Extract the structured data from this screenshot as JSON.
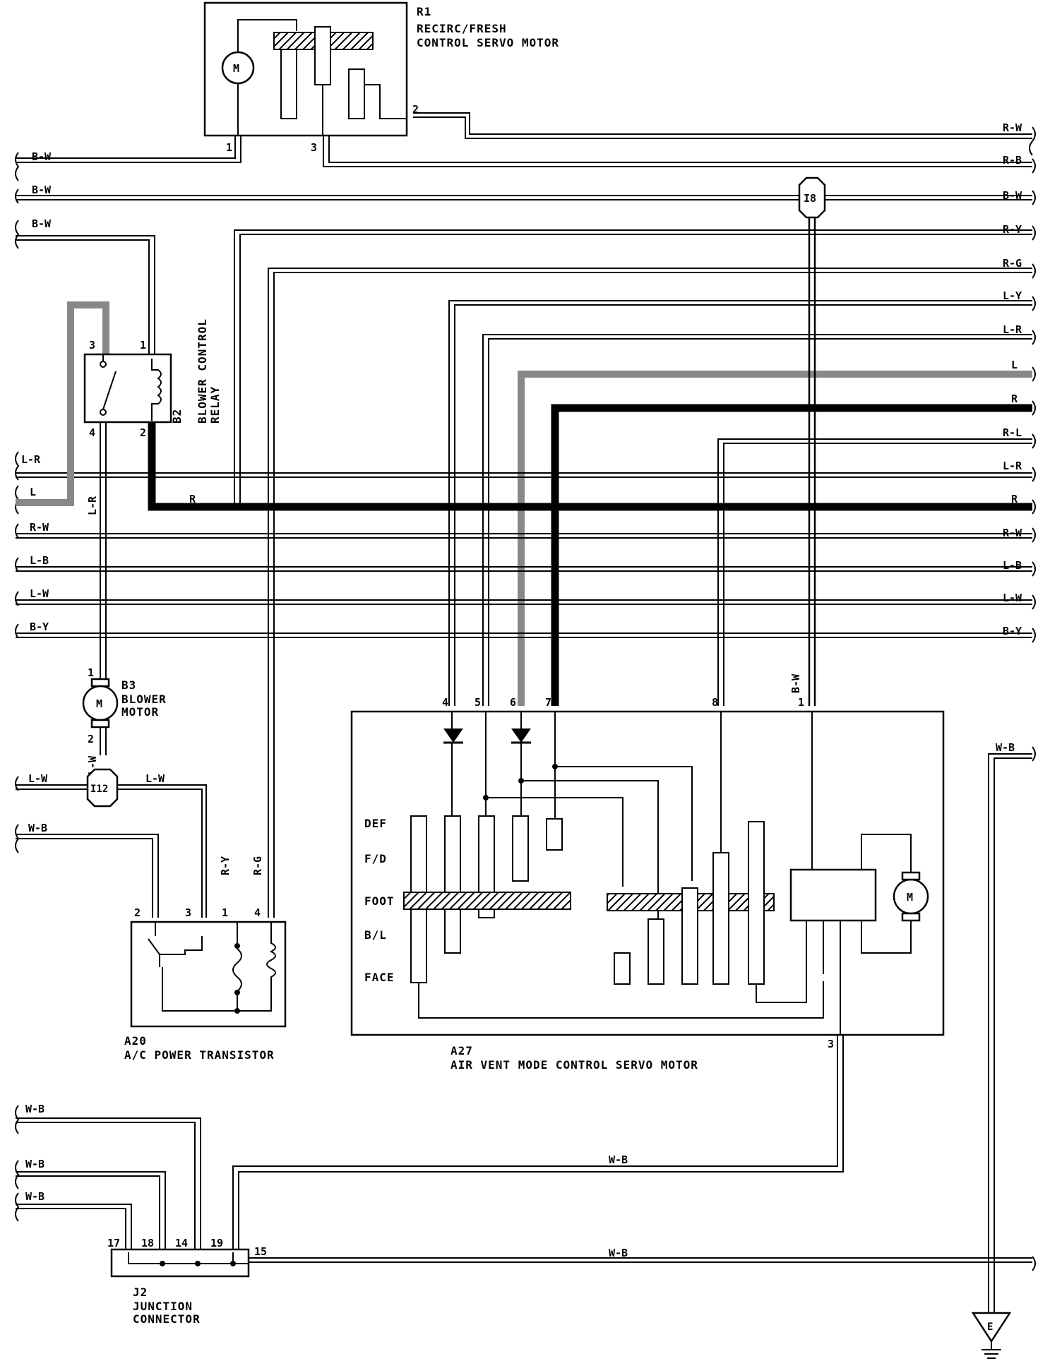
{
  "components": {
    "r1": {
      "id": "R1",
      "line1": "RECIRC/FRESH",
      "line2": "CONTROL SERVO MOTOR"
    },
    "b2": {
      "id": "B2",
      "line1": "BLOWER CONTROL",
      "line2": "RELAY"
    },
    "b3": {
      "id": "B3",
      "line1": "BLOWER",
      "line2": "MOTOR"
    },
    "a20": {
      "id": "A20",
      "line1": "A/C POWER TRANSISTOR"
    },
    "a27": {
      "id": "A27",
      "line1": "AIR VENT MODE CONTROL SERVO MOTOR"
    },
    "j2": {
      "id": "J2",
      "line1": "JUNCTION",
      "line2": "CONNECTOR"
    },
    "i8": "I8",
    "i12": "I12",
    "motor_m": "M",
    "ground_e": "E"
  },
  "mode_labels": [
    "DEF",
    "F/D",
    "FOOT",
    "B/L",
    "FACE"
  ],
  "right_wires": [
    "R-W",
    "R-B",
    "B-W",
    "R-Y",
    "R-G",
    "L-Y",
    "L-R",
    "L",
    "R",
    "R-L",
    "L-R",
    "R",
    "R-W",
    "L-B",
    "L-W",
    "B-Y"
  ],
  "left_wires": [
    "B-W",
    "B-W",
    "B-W",
    "L-R",
    "L",
    "R-W",
    "L-B",
    "L-W",
    "B-Y",
    "L-W",
    "W-B",
    "W-B",
    "W-B",
    "W-B"
  ],
  "inline_labels": {
    "r_relay": "R",
    "l_r_vert": "L-R",
    "l_w_b3": "L-W",
    "l_w_i12": "L-W",
    "r_y_vert": "R-Y",
    "r_g_vert": "R-G",
    "b_w_vert": "B-W",
    "w_b_ground": "W-B",
    "w_b_mid": "W-B",
    "w_b_bottom": "W-B"
  },
  "pins": {
    "r1": [
      "1",
      "2",
      "3"
    ],
    "b2": [
      "3",
      "1",
      "4",
      "2"
    ],
    "b3": [
      "1",
      "2"
    ],
    "a20": [
      "2",
      "3",
      "1",
      "4"
    ],
    "a27": [
      "4",
      "5",
      "6",
      "7",
      "8",
      "1",
      "3"
    ],
    "j2": [
      "17",
      "18",
      "14",
      "19",
      "15"
    ]
  }
}
